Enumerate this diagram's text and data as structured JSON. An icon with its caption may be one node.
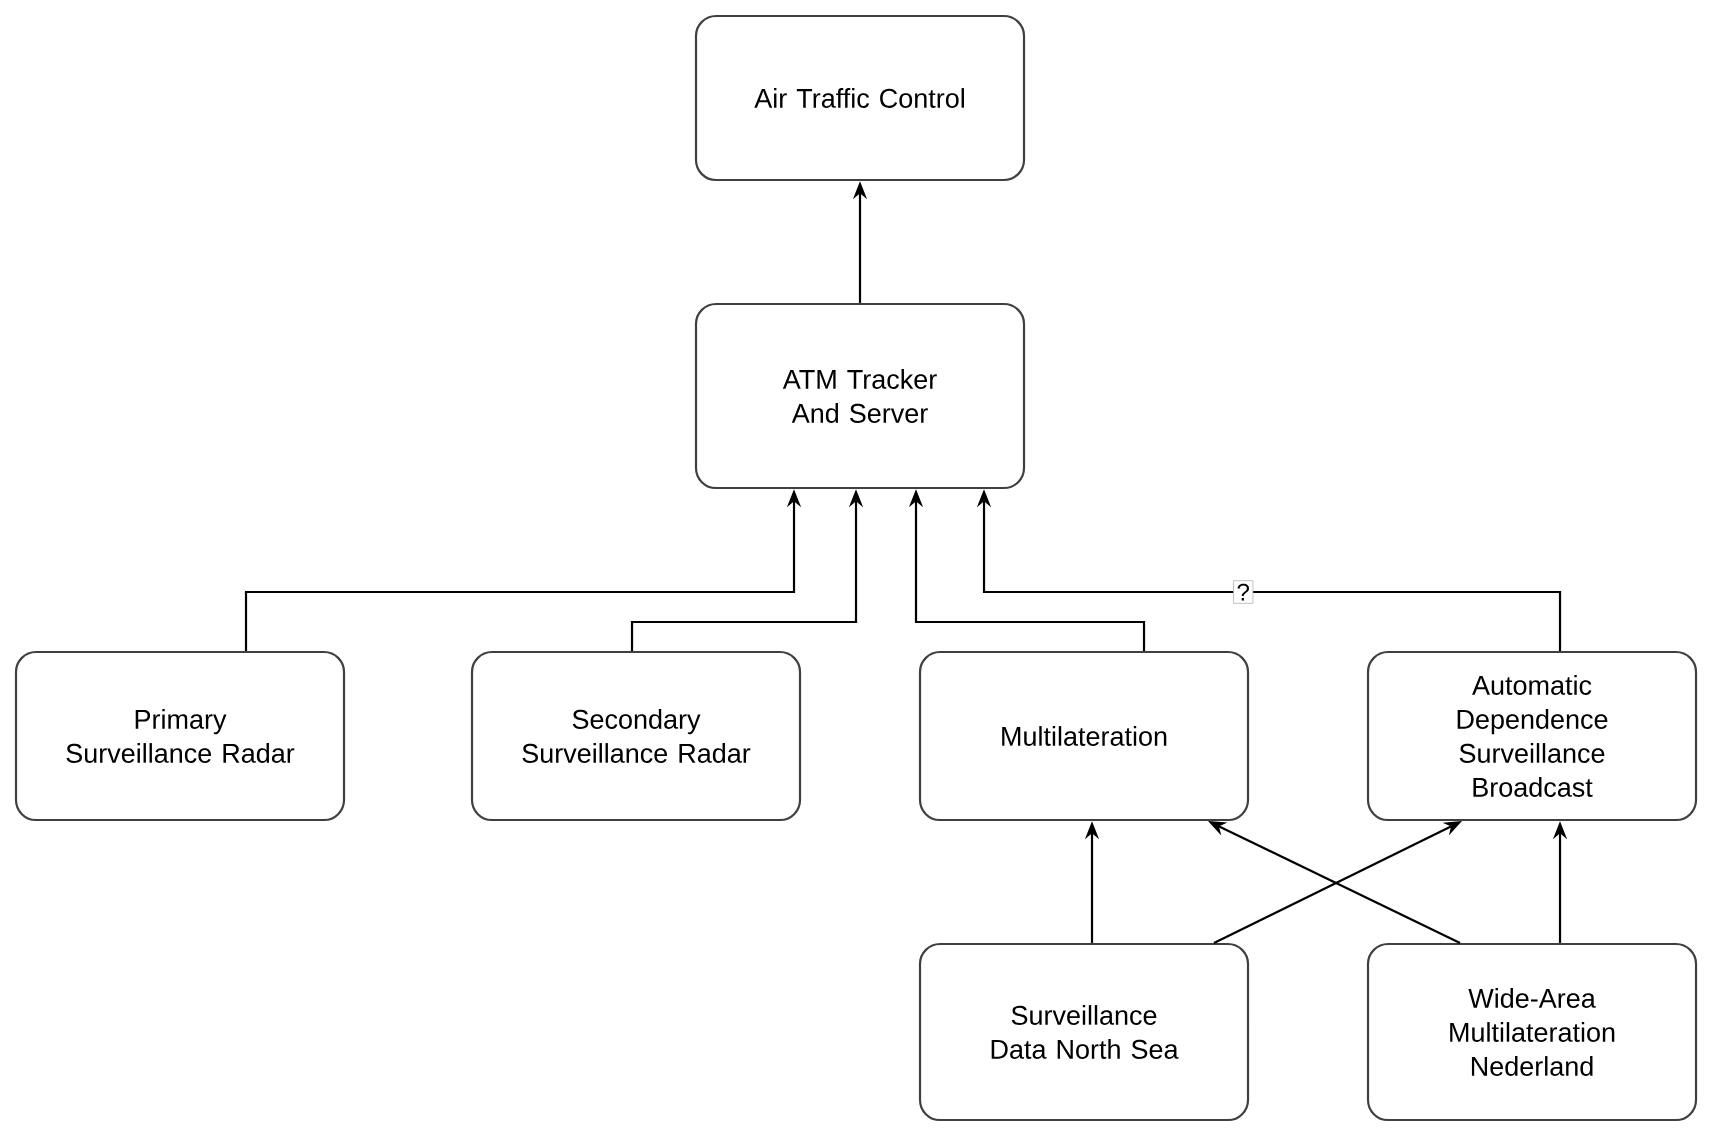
{
  "diagram": {
    "nodes": [
      {
        "text": [
          "Air Traffic Control"
        ]
      },
      {
        "text": [
          "ATM Tracker And Server"
        ]
      },
      {
        "text": [
          "Primary Surveillance Radar"
        ]
      },
      {
        "text": [
          "Secondary Surveillance Radar"
        ]
      },
      {
        "text": [
          "Multilateration"
        ]
      },
      {
        "text": [
          "Automatic Dependence Surveillance Broadcast"
        ]
      },
      {
        "text": [
          "Surveillance Data North Sea"
        ]
      },
      {
        "text": [
          "Wide-Area Multilateration Nederland"
        ]
      }
    ],
    "edges": [
      {
        "from": 1,
        "to": 0,
        "arrow": "to"
      },
      {
        "from": 2,
        "to": 1,
        "arrow": "to"
      },
      {
        "from": 3,
        "to": 1,
        "arrow": "to"
      },
      {
        "from": 4,
        "to": 1,
        "arrow": "to"
      },
      {
        "from": 5,
        "to": 1,
        "arrow": "to",
        "label": "?"
      },
      {
        "from": 6,
        "to": 4,
        "arrow": "to"
      },
      {
        "from": 6,
        "to": 5,
        "arrow": "to"
      },
      {
        "from": 7,
        "to": 4,
        "arrow": "to"
      },
      {
        "from": 7,
        "to": 5,
        "arrow": "to"
      }
    ]
  }
}
